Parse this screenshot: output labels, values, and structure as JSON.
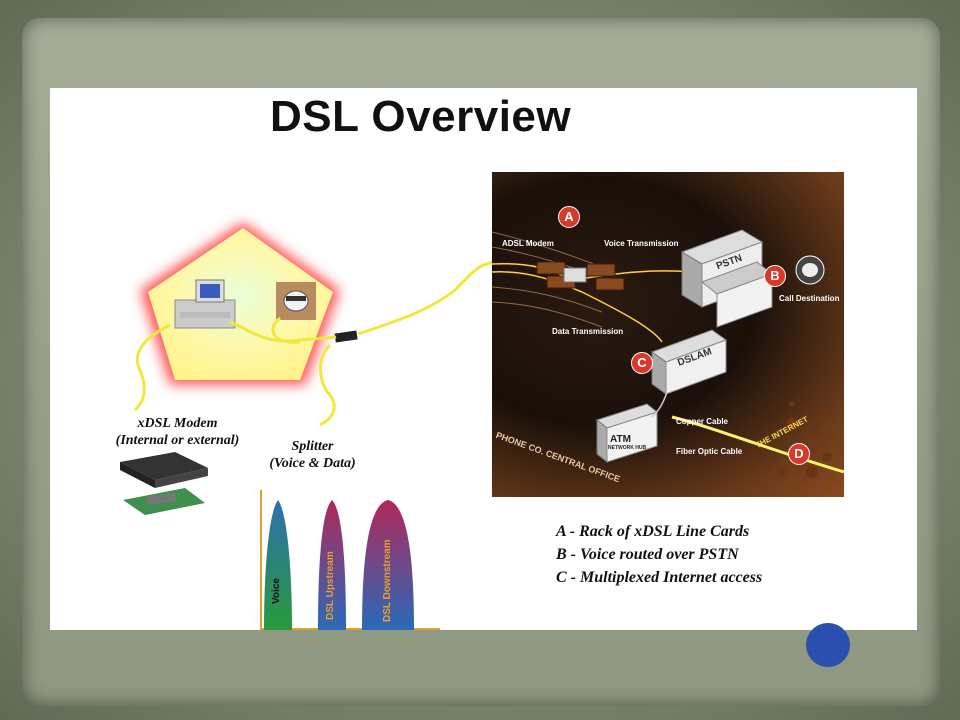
{
  "slide": {
    "title": "DSL Overview",
    "modem_caption_line1": "xDSL Modem",
    "modem_caption_line2": "(Internal or external)",
    "splitter_caption_line1": "Splitter",
    "splitter_caption_line2": "(Voice & Data)",
    "legend": [
      "A - Rack of xDSL Line Cards",
      "B - Voice routed over PSTN",
      "C - Multiplexed Internet access"
    ]
  },
  "central_office": {
    "adsl_modem": "ADSL Modem",
    "voice_transmission": "Voice Transmission",
    "data_transmission": "Data Transmission",
    "pstn": "PSTN",
    "call_destination": "Call Destination",
    "dslam": "DSLAM",
    "copper_cable": "Copper Cable",
    "atm": "ATM",
    "network_hub": "NETWORK HUB",
    "fiber_optic_cable": "Fiber Optic Cable",
    "office_label": "PHONE CO. CENTRAL OFFICE",
    "internet_label": "THE INTERNET",
    "badges": [
      "A",
      "B",
      "C",
      "D"
    ]
  },
  "spectrum": {
    "bands": [
      "Voice",
      "DSL Upstream",
      "DSL Downstream"
    ]
  },
  "colors": {
    "background": "#7c8670",
    "pentagon_glow": "#f04a4a",
    "pentagon_fill": "#fff6a0",
    "cable": "#e8e040",
    "badge": "#d83a2a"
  }
}
